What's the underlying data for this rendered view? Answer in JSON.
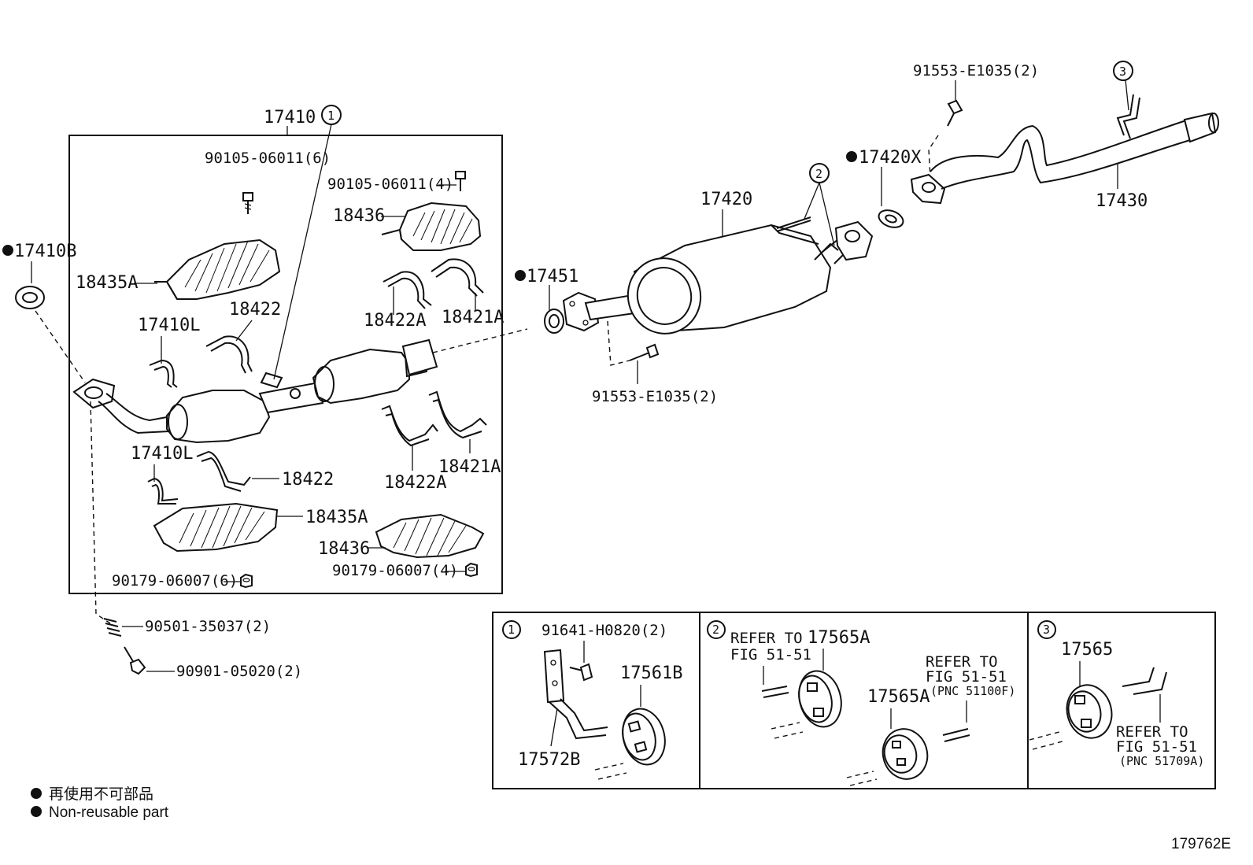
{
  "labels": {
    "assy_17410": "17410",
    "b_17410B": "17410B",
    "bolt_top_6": "90105-06011(6)",
    "bolt_top_4": "90105-06011(4)",
    "p_18436_top": "18436",
    "p_18435A_top": "18435A",
    "p_18422_top": "18422",
    "p_18422A_top": "18422A",
    "p_18421A_top": "18421A",
    "p_17410L_top": "17410L",
    "p_17410L_bot": "17410L",
    "p_18422_bot": "18422",
    "p_18422A_bot": "18422A",
    "p_18421A_bot": "18421A",
    "p_18435A_bot": "18435A",
    "p_18436_bot": "18436",
    "nut_6": "90179-06007(6)",
    "nut_4": "90179-06007(4)",
    "p_90501": "90501-35037(2)",
    "p_90901": "90901-05020(2)",
    "p_17451": "17451",
    "p_17420": "17420",
    "p_17420X": "17420X",
    "p_17430": "17430",
    "bolt_mid": "91553-E1035(2)",
    "bolt_top_right": "91553-E1035(2)",
    "circ_1": "1",
    "circ_2": "2",
    "circ_3": "3"
  },
  "detail_1": {
    "num": "1",
    "bolt": "91641-H0820(2)",
    "part_a": "17561B",
    "part_b": "17572B"
  },
  "detail_2": {
    "num": "2",
    "refer_1": "REFER TO",
    "refer_1_code": "17565A",
    "fig_1": "FIG 51-51",
    "part_a": "17565A",
    "refer_2": "REFER TO",
    "fig_2": "FIG 51-51",
    "pnc_2": "(PNC 51100F)"
  },
  "detail_3": {
    "num": "3",
    "part_a": "17565",
    "refer": "REFER TO",
    "fig": "FIG 51-51",
    "pnc": "(PNC 51709A)"
  },
  "legend": {
    "jp": "再使用不可部品",
    "en": "Non-reusable part"
  },
  "figure_code": "179762E"
}
